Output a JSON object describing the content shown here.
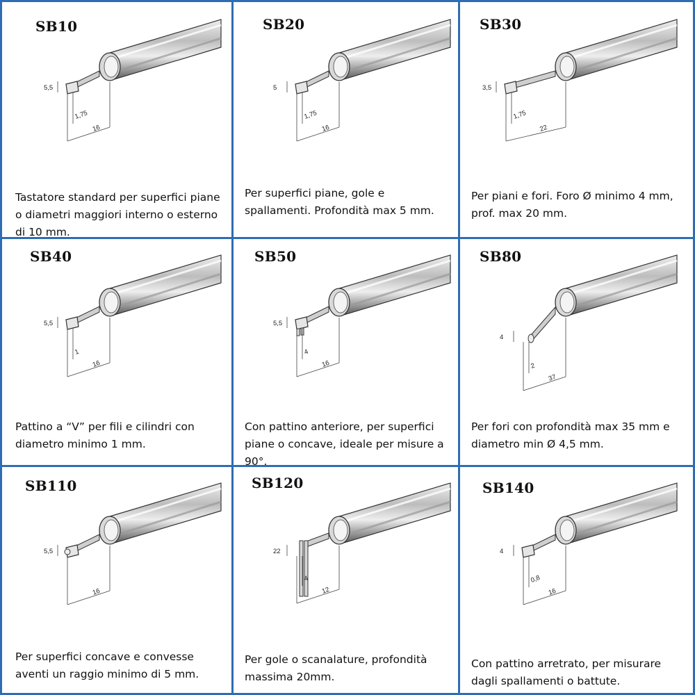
{
  "colors": {
    "border": "#2f6db3",
    "tube_dark": "#555555",
    "tube_light": "#eeeeee"
  },
  "cells": [
    {
      "code": "SB10",
      "dims": {
        "height": "5,5",
        "tip": "1,75",
        "length": "16"
      },
      "description": "Tastatore standard per superfici piane o diametri maggiori interno o esterno di 10 mm."
    },
    {
      "code": "SB20",
      "dims": {
        "height": "5",
        "tip": "1,75",
        "length": "16"
      },
      "description": "Per superfici piane, gole e spallamenti. Profondità max 5 mm."
    },
    {
      "code": "SB30",
      "dims": {
        "height": "3,5",
        "tip": "1,75",
        "length": "22"
      },
      "description": "Per piani e fori. Foro Ø minimo 4 mm, prof. max 20 mm."
    },
    {
      "code": "SB40",
      "dims": {
        "height": "5,5",
        "tip": "1",
        "length": "16"
      },
      "description": "Pattino a “V” per fili e cilindri con diametro minimo 1 mm."
    },
    {
      "code": "SB50",
      "dims": {
        "height": "5,5",
        "tip": "4",
        "length": "16"
      },
      "description": "Con pattino anteriore, per superfici piane o concave, ideale per misure a 90°."
    },
    {
      "code": "SB80",
      "dims": {
        "height": "4",
        "tip": "2",
        "length": "37"
      },
      "description": "Per fori con profondità max 35 mm e diametro min Ø 4,5 mm."
    },
    {
      "code": "SB110",
      "dims": {
        "height": "5,5",
        "length": "16"
      },
      "description": "Per superfici concave e convesse aventi un raggio minimo di 5 mm."
    },
    {
      "code": "SB120",
      "dims": {
        "height": "22",
        "tip": "4",
        "length": "12"
      },
      "description": "Per gole o scanalature, profondità massima 20mm."
    },
    {
      "code": "SB140",
      "dims": {
        "height": "4",
        "tip": "0,8",
        "length": "16"
      },
      "description": "Con pattino arretrato, per misurare dagli spallamenti o battute."
    }
  ]
}
